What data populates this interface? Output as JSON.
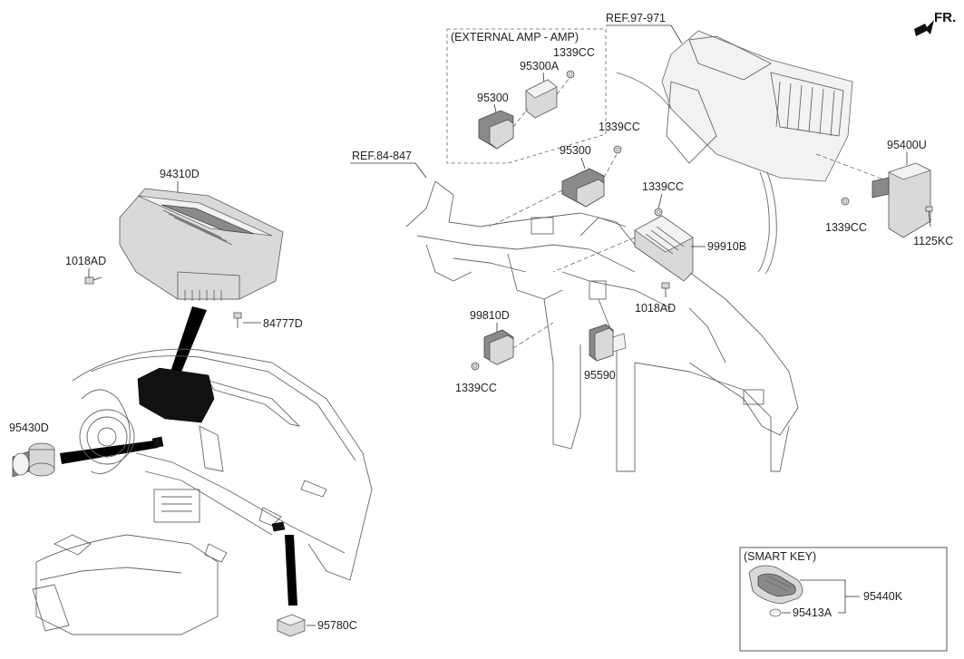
{
  "labels": {
    "fr": "FR.",
    "ref_97_971": "REF.97-971",
    "ext_amp_title": "(EXTERNAL AMP - AMP)",
    "p_1339cc_a": "1339CC",
    "p_95300a": "95300A",
    "p_95300_a": "95300",
    "p_1339cc_b": "1339CC",
    "p_95300_b": "95300",
    "ref_84_847": "REF.84-847",
    "p_94310d": "94310D",
    "p_1018ad_a": "1018AD",
    "p_84777d": "84777D",
    "p_1339cc_c": "1339CC",
    "p_99910b": "99910B",
    "p_1018ad_b": "1018AD",
    "p_95400u": "95400U",
    "p_1339cc_d": "1339CC",
    "p_1125kc": "1125KC",
    "p_99810d": "99810D",
    "p_95590": "95590",
    "p_1339cc_e": "1339CC",
    "p_95430d": "95430D",
    "p_95780c": "95780C",
    "smart_key_title": "(SMART KEY)",
    "p_95440k": "95440K",
    "p_95413a": "95413A"
  },
  "icons": {
    "fr_arrow": "front-direction-arrow-icon"
  }
}
